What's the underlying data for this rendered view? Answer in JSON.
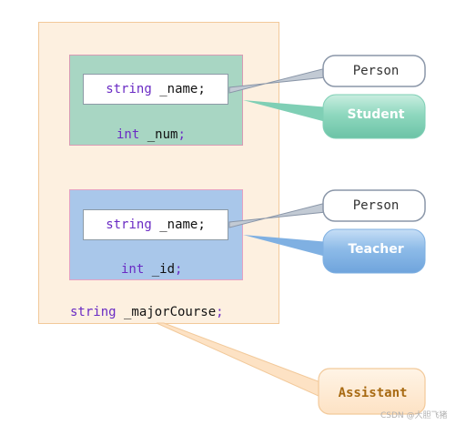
{
  "assistant_class": {
    "label": "Assistant",
    "member_type": "string",
    "member_name": " _majorCourse",
    "member_end": ";"
  },
  "student_class": {
    "label": "Student",
    "base_label": "Person",
    "name_type": "string",
    "name_ident": " _name;",
    "num_type": "int",
    "num_ident": " _num",
    "num_end": ";"
  },
  "teacher_class": {
    "label": "Teacher",
    "base_label": "Person",
    "name_type": "string",
    "name_ident": " _name;",
    "id_type": "int",
    "id_ident": " _id",
    "id_end": ";"
  },
  "watermark": "CSDN @大胆飞猪",
  "colors": {
    "assistant_fill": "#fdf0e0",
    "student_fill": "#a8d6c3",
    "teacher_fill": "#a9c7ea",
    "student_callout": "#7fcfb5",
    "teacher_callout": "#7fb0e2",
    "person_callout_border": "#8a96a8",
    "assistant_callout": "#fde7cf",
    "keyword": "#6a2bc4"
  }
}
